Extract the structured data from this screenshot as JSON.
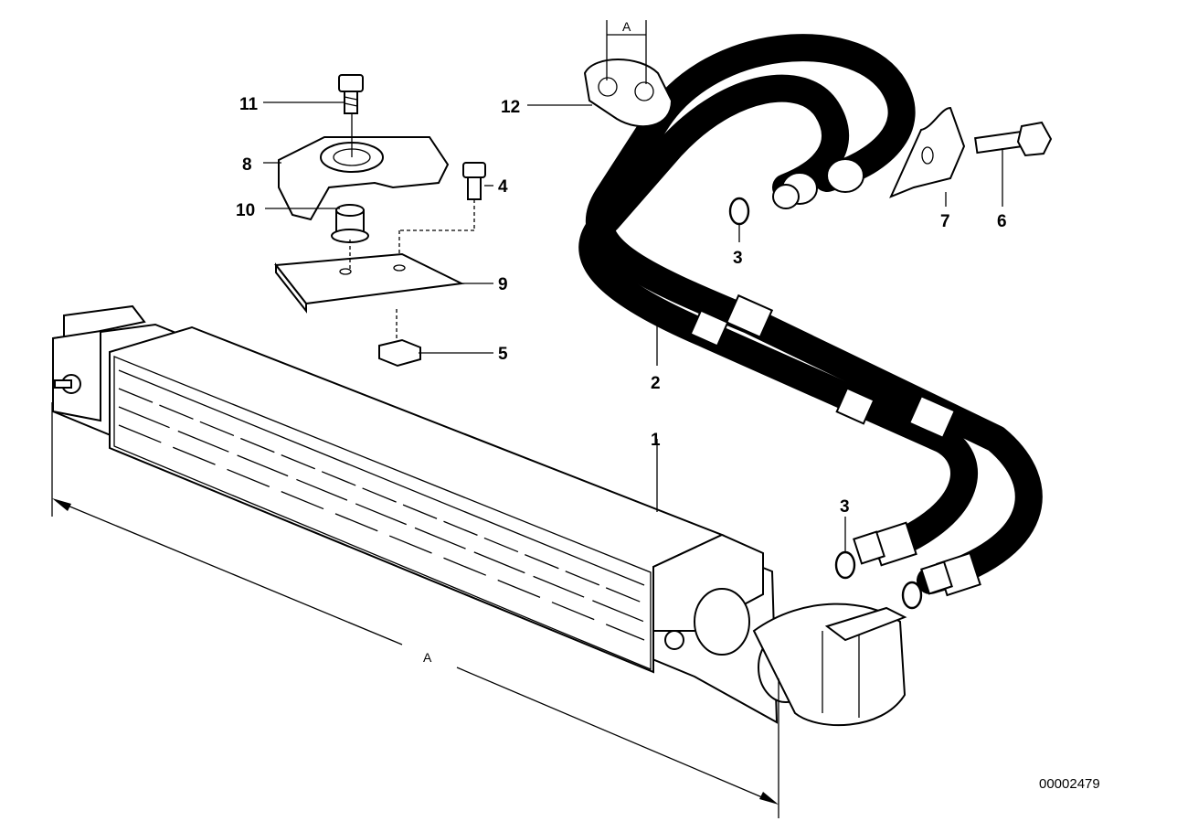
{
  "callouts": {
    "c1": "1",
    "c2": "2",
    "c3a": "3",
    "c3b": "3",
    "c4": "4",
    "c5": "5",
    "c6": "6",
    "c7": "7",
    "c8": "8",
    "c9": "9",
    "c10": "10",
    "c11": "11",
    "c12": "12"
  },
  "dimensions": {
    "overall": "A",
    "clip": "A"
  },
  "reference_number": "00002479"
}
